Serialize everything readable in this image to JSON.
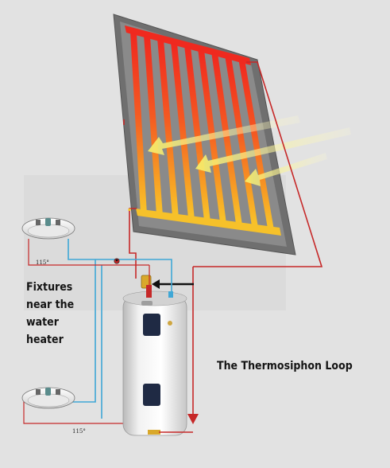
{
  "labels": {
    "fixtures": "Fixtures\nnear the\nwater\nheater",
    "loop_title": "The Thermosiphon Loop",
    "temp_upper": "115°",
    "temp_lower": "115°"
  },
  "colors": {
    "hot_pipe": "#c62828",
    "cold_pipe": "#3fa7d6",
    "panel_frame": "#6f6f6f",
    "sun_ray": "#f5f08a",
    "tank_body": "#e9e9e9"
  },
  "icons": [
    "solar-panel-icon",
    "sun-ray-arrow-icon",
    "sink-icon",
    "water-heater-icon",
    "flow-arrow-icon"
  ]
}
